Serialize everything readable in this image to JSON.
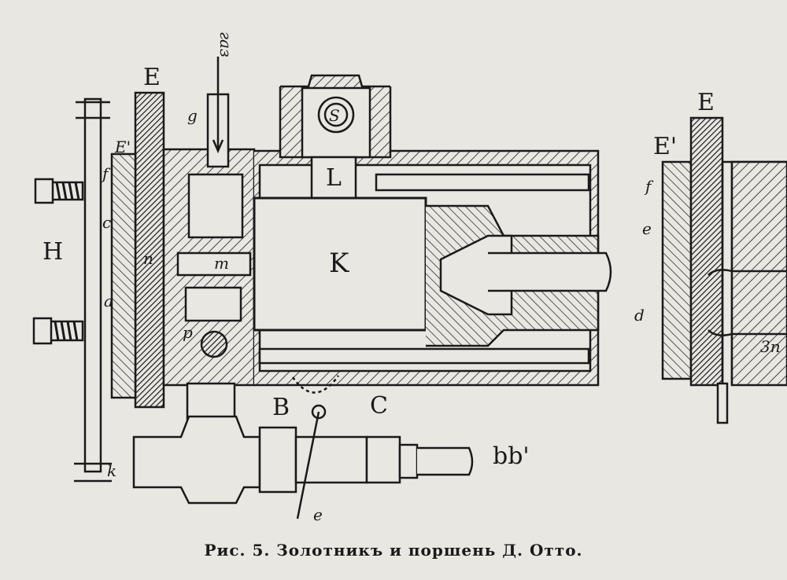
{
  "caption": "Рис. 5. Золотникъ и поршень Д. Отто.",
  "labels": {
    "gas": "газ",
    "E_main": "E",
    "E_prime_main": "E'",
    "g": "g",
    "S": "S",
    "L": "L",
    "K": "K",
    "m": "m",
    "n": "n",
    "p": "p",
    "f": "f",
    "c": "c",
    "a": "a",
    "H": "H",
    "B": "B",
    "C": "C",
    "bb": "bb'",
    "k": "k",
    "e_lower": "e",
    "E_side": "E",
    "E_prime_side": "E'",
    "f_side": "f",
    "e_side": "e",
    "d_side": "d",
    "3n": "3n"
  },
  "colors": {
    "ink": "#1a1a1a",
    "paper": "#e9e7e2"
  }
}
